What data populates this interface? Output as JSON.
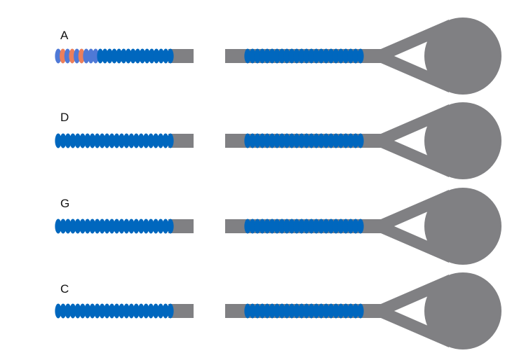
{
  "diagram": {
    "colors": {
      "rod": "#808083",
      "bead": "#0067be",
      "bead_light": "#4f79d6",
      "bead_marked": "#ec7f5a",
      "background": "#ffffff"
    },
    "rows": [
      {
        "label": "A",
        "left_bead_colors": [
          "bead_light",
          "bead_marked",
          "bead_light",
          "bead_marked",
          "bead_light",
          "bead_marked",
          "bead_light",
          "bead_light",
          "bead_light",
          "bead",
          "bead",
          "bead",
          "bead",
          "bead",
          "bead",
          "bead",
          "bead",
          "bead",
          "bead",
          "bead",
          "bead",
          "bead",
          "bead",
          "bead",
          "bead"
        ],
        "right_bead_count": 24
      },
      {
        "label": "D",
        "left_bead_count": 24,
        "right_bead_count": 24
      },
      {
        "label": "G",
        "left_bead_count": 24,
        "right_bead_count": 24
      },
      {
        "label": "C",
        "left_bead_count": 24,
        "right_bead_count": 24
      }
    ]
  }
}
